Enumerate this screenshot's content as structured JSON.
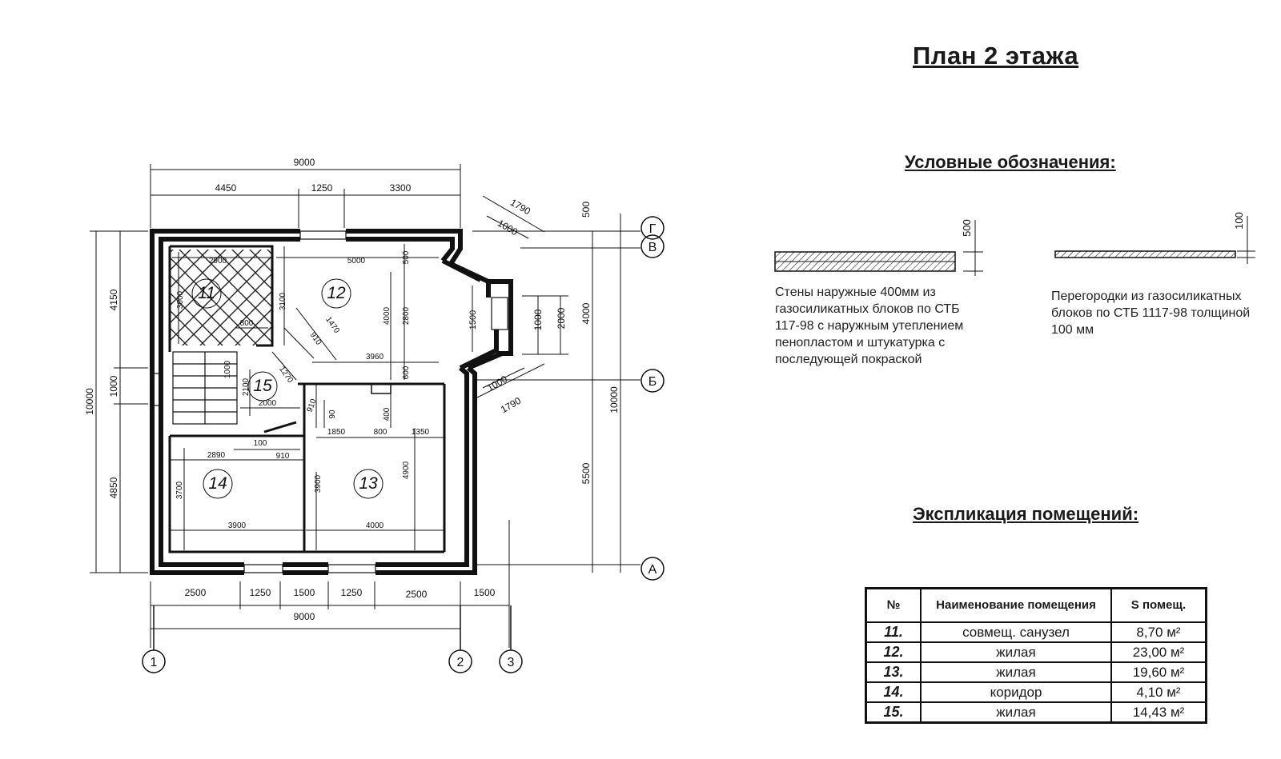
{
  "title": "План 2 этажа",
  "legend": {
    "title": "Условные обозначения:",
    "wall_dim": "500",
    "wall_text": "Стены наружные 400мм из газосиликатных блоков по СТБ 117-98 с наружным утеплением пенопластом и штукатурка с последующей покраской",
    "partition_dim": "100",
    "partition_text": "Перегородки из газосиликатных блоков по СТБ 1117-98 толщиной 100 мм"
  },
  "explication": {
    "title": "Экспликация помещений:",
    "headers": [
      "№",
      "Наименование помещения",
      "S помещ."
    ],
    "rows": [
      {
        "num": "11.",
        "name": "совмещ. санузел",
        "area": "8,70 м²"
      },
      {
        "num": "12.",
        "name": "жилая",
        "area": "23,00 м²"
      },
      {
        "num": "13.",
        "name": "жилая",
        "area": "19,60 м²"
      },
      {
        "num": "14.",
        "name": "коридор",
        "area": "4,10 м²"
      },
      {
        "num": "15.",
        "name": "жилая",
        "area": "14,43 м²"
      }
    ]
  },
  "plan": {
    "rooms": [
      "11",
      "12",
      "13",
      "14",
      "15"
    ],
    "axes": {
      "one": "1",
      "two": "2",
      "three": "3",
      "a": "А",
      "b": "Б",
      "v": "В",
      "g": "Г"
    },
    "dims": {
      "top_total": "9000",
      "top_1": "4450",
      "top_2": "1250",
      "top_3": "3300",
      "bottom_1": "2500",
      "bottom_2": "1250",
      "bottom_3": "1500",
      "bottom_4": "1250",
      "bottom_5": "2500",
      "bottom_6": "1500",
      "bottom_total": "9000",
      "left_total": "10000",
      "left_top": "4150",
      "left_mid": "1000",
      "left_bot": "4850",
      "right_total": "10000",
      "right_top": "500",
      "right_mid": "4000",
      "right_bot": "5500",
      "bay_1790_top": "1790",
      "bay_1000_top": "1000",
      "bay_1790_bot": "1790",
      "bay_1000_bot": "1000",
      "bay_1500": "1500",
      "bay_1000": "1000",
      "bay_2000": "2000",
      "r11_w": "2900",
      "r11_h": "3000",
      "r11_door": "800",
      "r12_w": "5000",
      "r12_500": "500",
      "r12_h4000": "4000",
      "r12_2800": "2800",
      "r12_3100": "3100",
      "r12_diag": "1470",
      "r12_910": "910",
      "r12_3960": "3960",
      "r12_600": "600",
      "stair_1000": "1000",
      "stair_2100": "2100",
      "stair_2000": "2000",
      "r15_1270": "1270",
      "c_910": "910",
      "c_90": "90",
      "c_400": "400",
      "c_1850": "1850",
      "c_800": "800",
      "c_1350": "1350",
      "c_100": "100",
      "c_910b": "910",
      "r14_w": "2890",
      "r14_h": "3700",
      "r14_bottom": "3900",
      "r13_h": "3900",
      "r13_w": "4000",
      "r13_4900": "4900"
    }
  }
}
